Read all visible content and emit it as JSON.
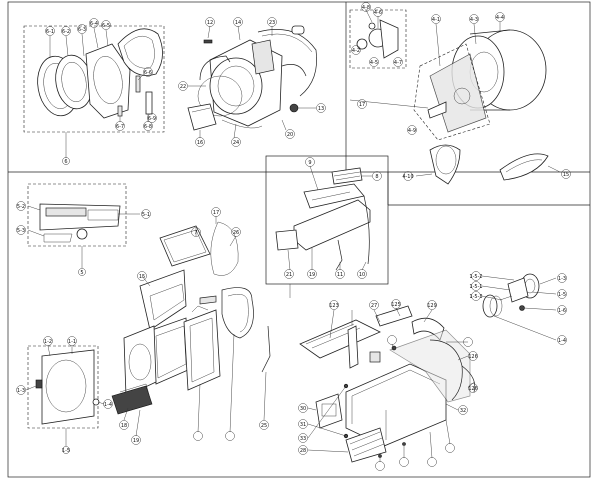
{
  "diagram": {
    "sections": [
      {
        "id": "door",
        "labels": [
          "6-1",
          "6-2",
          "6-3",
          "6-4",
          "6-5",
          "6-6",
          "6-7",
          "6-8",
          "6-9",
          "6"
        ]
      },
      {
        "id": "tub",
        "labels": [
          "12",
          "14",
          "22",
          "23",
          "20",
          "13",
          "24",
          "16"
        ]
      },
      {
        "id": "drum",
        "labels": [
          "4-8",
          "4-6",
          "4-2",
          "4-5",
          "4-7",
          "4-1",
          "4-3",
          "4-4",
          "4-9",
          "17",
          "4-10",
          "15"
        ]
      },
      {
        "id": "panel",
        "labels": [
          "5-2",
          "5-1",
          "5-3",
          "5"
        ]
      },
      {
        "id": "dispenser",
        "labels": [
          "9",
          "8",
          "21",
          "19",
          "11",
          "10"
        ]
      },
      {
        "id": "cabinet",
        "labels": [
          "15",
          "7",
          "17",
          "26",
          "25",
          "18",
          "19",
          "1-1",
          "1-2",
          "1-3",
          "1-4",
          "1-5"
        ]
      },
      {
        "id": "motor",
        "labels": [
          "1-5-2",
          "1-5-1",
          "1-5-3",
          "1-3",
          "1-5",
          "1-6",
          "1-4"
        ]
      },
      {
        "id": "base",
        "labels": [
          "123",
          "27",
          "125",
          "129",
          "126",
          "126",
          "30",
          "31",
          "33",
          "28",
          "32"
        ]
      }
    ]
  }
}
